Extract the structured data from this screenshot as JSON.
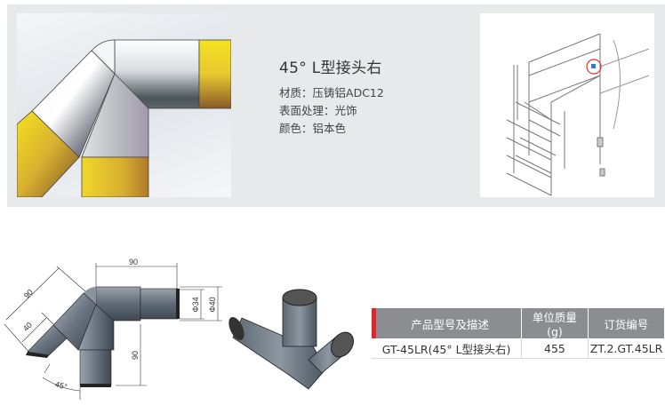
{
  "product": {
    "title": "45° L型接头右",
    "specs": [
      {
        "label": "材质：",
        "value": "压铸铝ADC12"
      },
      {
        "label": "表面处理：",
        "value": "光饰"
      },
      {
        "label": "颜色：",
        "value": "铝本色"
      }
    ]
  },
  "drawing": {
    "dim_top": "90",
    "dim_diag_outer": "90",
    "dim_diag_inner": "40",
    "dim_vertical": "90",
    "dim_inner_dia": "Φ34",
    "dim_outer_dia": "Φ40",
    "angle": "45°"
  },
  "table": {
    "headers": [
      "产品型号及描述",
      "单位质量(g)",
      "订货编号"
    ],
    "rows": [
      [
        "GT-45LR(45°  L型接头右)",
        "455",
        "ZT.2.GT.45LR"
      ]
    ]
  },
  "colors": {
    "accent_red": "#e0262b",
    "header_gray": "#8b8d90",
    "panel_bg": "#e8e9eb",
    "tube_yellow": "#f2d72a"
  }
}
